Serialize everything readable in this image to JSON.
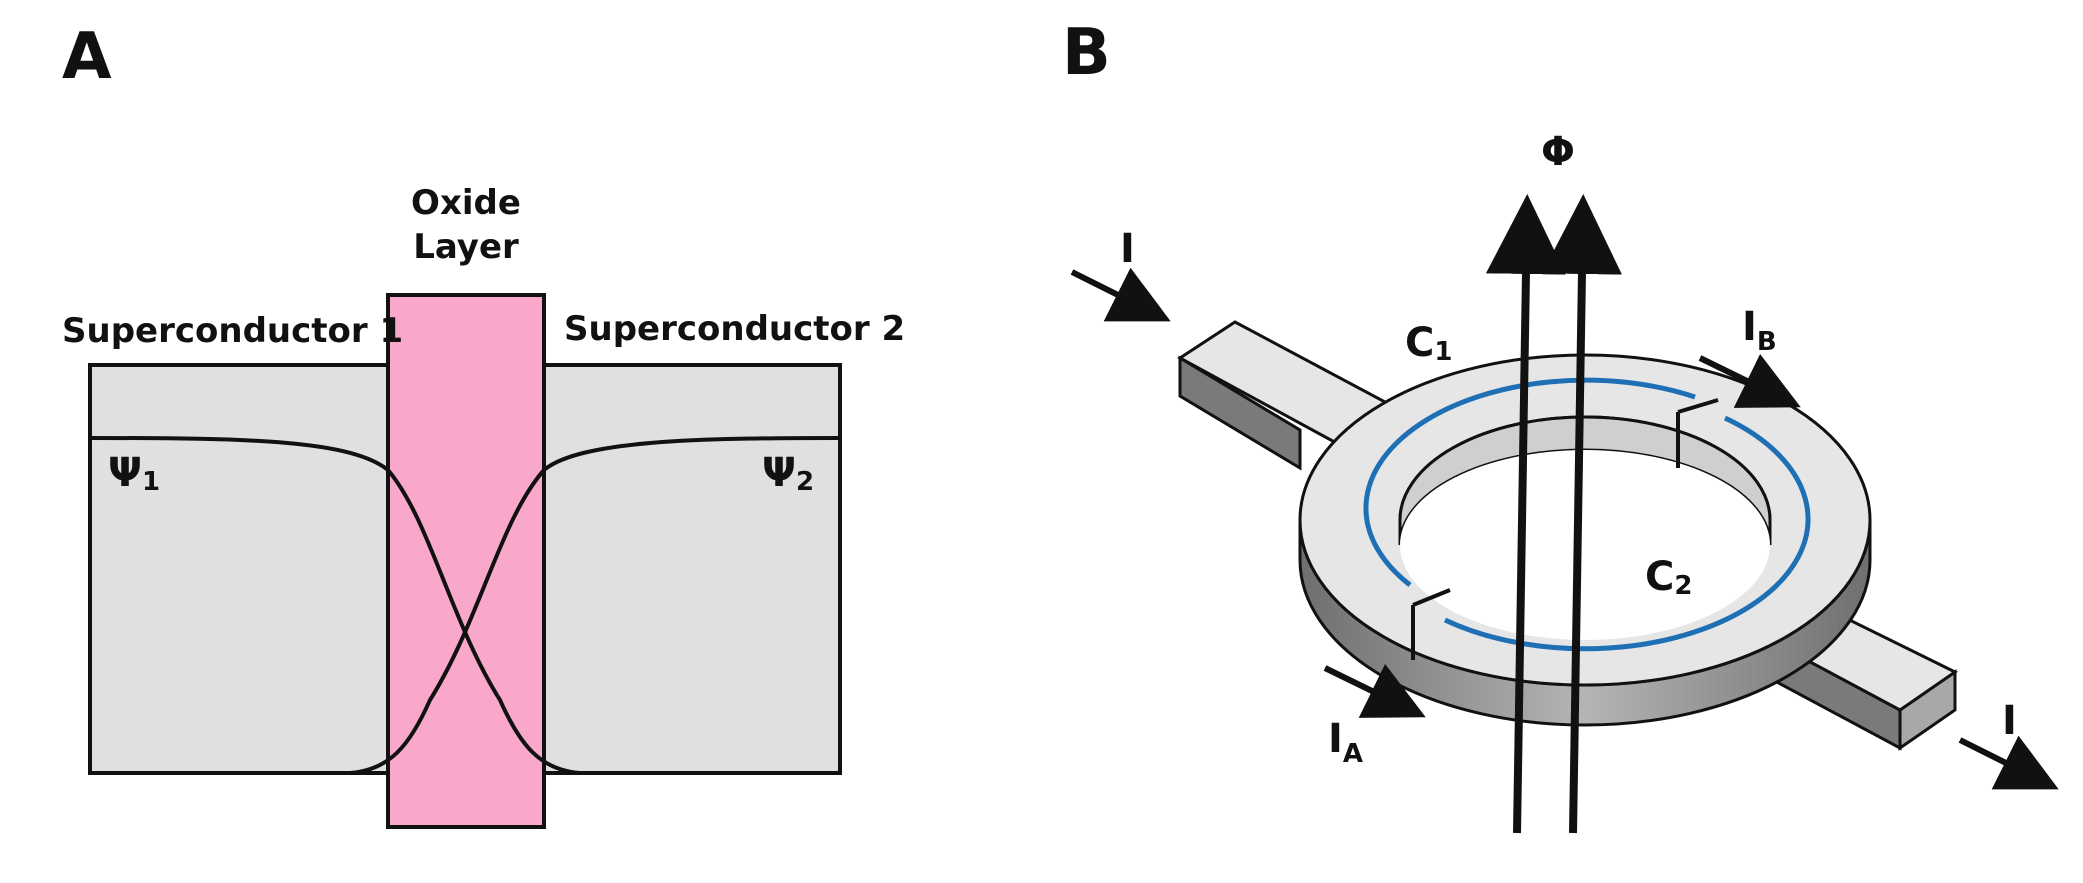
{
  "panel_a": {
    "label": "A",
    "oxide_line1": "Oxide",
    "oxide_line2": "Layer",
    "sc1": "Superconductor 1",
    "sc2": "Superconductor 2",
    "psi1": "Ψ",
    "psi1_sub": "1",
    "psi2": "Ψ",
    "psi2_sub": "2",
    "colors": {
      "superconductor": "#e0e0e0",
      "oxide": "#f9a8cb"
    }
  },
  "panel_b": {
    "label": "B",
    "flux": "Φ",
    "current_in": "I",
    "current_out": "I",
    "ia": "I",
    "ia_sub": "A",
    "ib": "I",
    "ib_sub": "B",
    "c1": "C",
    "c1_sub": "1",
    "c2": "C",
    "c2_sub": "2",
    "colors": {
      "ring_top": "#e6e6e6",
      "ring_side": "#8c8c8c",
      "path": "#1f6fb5"
    }
  }
}
